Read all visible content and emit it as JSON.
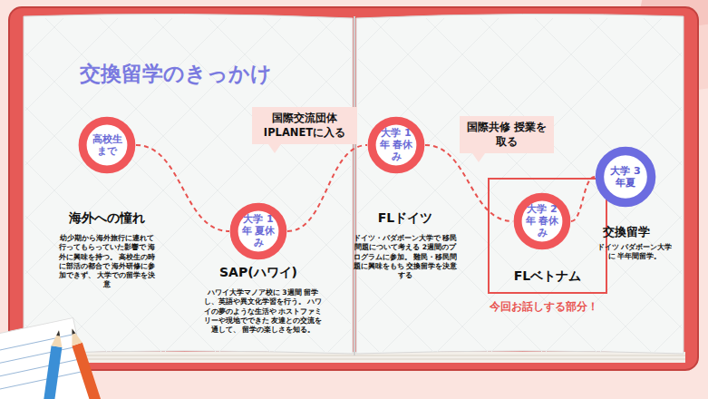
{
  "diagram": {
    "title": "交換留学のきっかけ",
    "nodes": [
      {
        "text": [
          "高校生 まで"
        ]
      },
      {
        "text": [
          "国際交流団体 IPLANETに入る"
        ]
      },
      {
        "text": [
          "大学 1年 夏休み"
        ]
      },
      {
        "text": [
          "大学 1年 春休み"
        ]
      },
      {
        "text": [
          "国際共修 授業を取る"
        ]
      },
      {
        "text": [
          "FLベトナム"
        ]
      },
      {
        "text": [
          "大学 2年 春休み"
        ],
        "in": 5
      },
      {
        "text": [
          "大学 3年夏"
        ]
      }
    ],
    "edges": [
      {
        "from": 0,
        "to": 2,
        "arrow": "none"
      },
      {
        "from": 2,
        "to": 3,
        "arrow": "none"
      },
      {
        "from": 3,
        "to": 6,
        "arrow": "none"
      },
      {
        "from": 6,
        "to": 7,
        "arrow": "none"
      }
    ],
    "labels": [
      "海外への憧れ",
      "幼少期から海外旅行に連れて 行ってもらっていた影響で 海外に興味を持つ。 高校生の時に部活の都合で 海外研修に参加できず、 大学での留学を決意",
      "SAP(ハワイ)",
      "ハワイ大学マノア校に 3週間 留学し、英語や異文化学習を行う。 ハワイの夢のような生活や ホストファミリーや現地でできた 友達との交流を通して、 留学の楽しさを知る。",
      "FLドイツ",
      "ドイツ・パダボーン大学で 移民問題について考える 2週間のプログラムに参加。 難民・移民問題に興味をもち 交換留学を決意する",
      "交換留学",
      "ドイツ パダボーン大学に 半年間留学。",
      "今回お話しする部分！"
    ]
  }
}
